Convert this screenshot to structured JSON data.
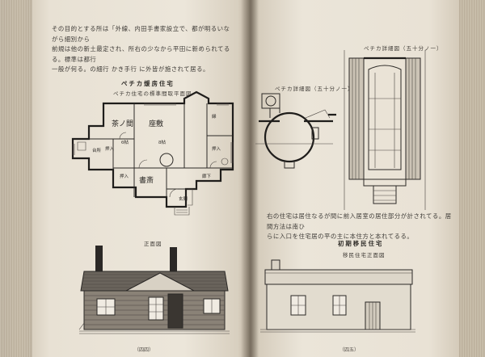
{
  "left_page": {
    "body_lines": [
      "その目的とする所は「外線、内田手書家設立で、都が明るいながら細別から",
      "前規は他の新土最定され、所右の少なから平田に新められてるる。標準は都行",
      "一般が何る。の細行 かき手行 に外皆が施されて居る。"
    ],
    "plan_title": "ペチカ煖房住宅",
    "plan_subtitle": "ペチカ住宅の標準間取平面図",
    "rooms": [
      {
        "id": "ima",
        "label": "茶ノ間",
        "size": "6帖"
      },
      {
        "id": "zashiki",
        "label": "座敷",
        "size": "8帖"
      },
      {
        "id": "shosai",
        "label": "書斎",
        "size": ""
      },
      {
        "id": "genkan",
        "label": "玄関",
        "size": ""
      },
      {
        "id": "oshiire1",
        "label": "押入",
        "size": ""
      },
      {
        "id": "oshiire2",
        "label": "押入",
        "size": ""
      },
      {
        "id": "oshiire3",
        "label": "押入",
        "size": ""
      },
      {
        "id": "daidokoro",
        "label": "台所",
        "size": ""
      },
      {
        "id": "en",
        "label": "縁",
        "size": ""
      },
      {
        "id": "roka",
        "label": "廊下",
        "size": ""
      }
    ],
    "elevation_caption": "正面図",
    "page_number": "（四四）"
  },
  "right_page": {
    "detail_title_right": "ペチカ詳細図（五十分ノ一）",
    "detail_title_left": "ペチカ詳細図（五十分ノ一）",
    "body_lines": [
      "右の住宅は居住なるが間に前入居室の居住部分が計されてる。居間方法は南ひ",
      "らに入口を住宅居の平の主に本住方と本れてるる。"
    ],
    "house_title": "初期移民住宅",
    "house_subtitle": "移民住宅正面図",
    "page_number": "（四五）"
  },
  "colors": {
    "paper": "#ece6da",
    "ink": "#2d2a27",
    "binding": "#3a2f24"
  }
}
